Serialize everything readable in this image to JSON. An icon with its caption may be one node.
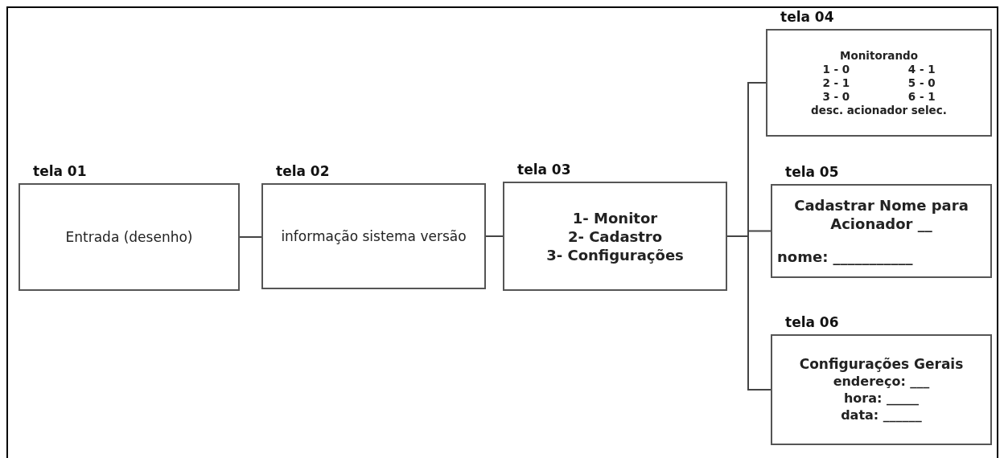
{
  "diagram": {
    "nodes": [
      {
        "text": [
          "tela 01",
          "Entrada (desenho)"
        ]
      },
      {
        "text": [
          "tela 02",
          "informação sistema versão"
        ]
      },
      {
        "text": [
          "tela 03",
          "1- Monitor",
          "2- Cadastro",
          "3- Configurações"
        ]
      },
      {
        "text": [
          "tela 04",
          "Monitorando",
          "1 - 0",
          "4 - 1",
          "2 - 1",
          "5 - 0",
          "3 - 0",
          "6 - 1",
          "desc. acionador selec."
        ]
      },
      {
        "text": [
          "tela 05",
          "Cadastrar Nome para Acionador __",
          "nome: ___________"
        ]
      },
      {
        "text": [
          "tela 06",
          "Configurações Gerais",
          "endereço: ___",
          "hora: _____",
          "data: ______"
        ]
      }
    ],
    "edges": [
      {
        "from": 0,
        "to": 1,
        "arrow": "none"
      },
      {
        "from": 1,
        "to": 2,
        "arrow": "none"
      },
      {
        "from": 2,
        "to": 3,
        "arrow": "none"
      },
      {
        "from": 2,
        "to": 4,
        "arrow": "none"
      },
      {
        "from": 2,
        "to": 5,
        "arrow": "none"
      }
    ]
  }
}
